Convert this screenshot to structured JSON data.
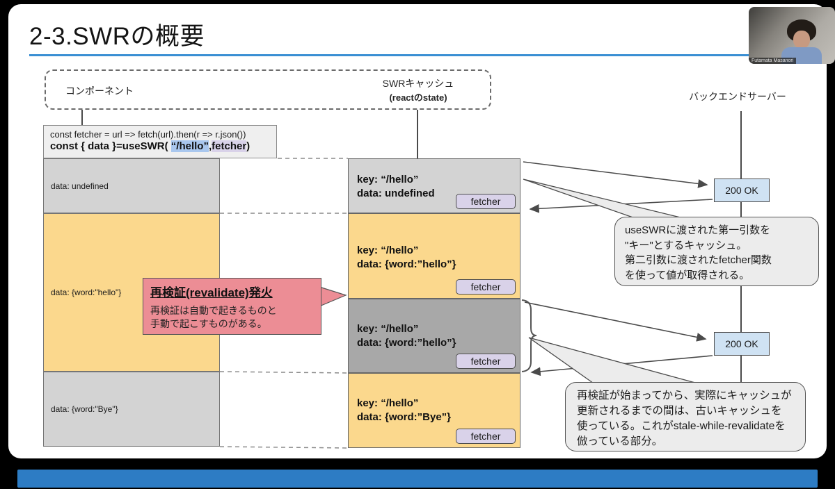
{
  "slide": {
    "title": "2-3.SWRの概要"
  },
  "webcam": {
    "name": "Futamata Masanori"
  },
  "lanes": {
    "component": "コンポーネント",
    "swr_cache_line1": "SWRキャッシュ",
    "swr_cache_line2": "(reactのstate)",
    "backend": "バックエンドサーバー"
  },
  "code": {
    "line1": "const fetcher = url => fetch(url).then(r => r.json())",
    "line2_prefix": "const { data }=useSWR( ",
    "line2_key": "“/hello”",
    "line2_comma": ",",
    "line2_fetcher": "fetcher",
    "line2_suffix": ")"
  },
  "component_states": [
    {
      "label": "data: undefined"
    },
    {
      "label": "data: {word:\"hello\"}"
    },
    {
      "label": "data: {word:\"Bye\"}"
    }
  ],
  "cache_states": [
    {
      "key_label": "key: “/hello”",
      "data_label": "data: undefined",
      "button": "fetcher"
    },
    {
      "key_label": "key: “/hello”",
      "data_label": "data: {word:”hello”}",
      "button": "fetcher"
    },
    {
      "key_label": "key: “/hello”",
      "data_label": "data: {word:”hello”}",
      "button": "fetcher"
    },
    {
      "key_label": "key: “/hello”",
      "data_label": "data: {word:”Bye”}",
      "button": "fetcher"
    }
  ],
  "responses": [
    {
      "label": "200 OK"
    },
    {
      "label": "200 OK"
    }
  ],
  "revalidate_callout": {
    "title": "再検証(revalidate)発火",
    "body_line1": "再検証は自動で起きるものと",
    "body_line2": "手動で起こすものがある。"
  },
  "note_key": {
    "lines": [
      "useSWRに渡された第一引数を",
      "\"キー\"とするキャッシュ。",
      "第二引数に渡されたfetcher関数",
      "を使って値が取得される。"
    ]
  },
  "note_swr": {
    "lines": [
      "再検証が始まってから、実際にキャッシュが",
      "更新されるまでの間は、古いキャッシュを",
      "使っている。これがstale-while-revalidateを",
      "倣っている部分。"
    ]
  },
  "colors": {
    "accent_blue": "#3a8fd3",
    "state_gray": "#d3d3d3",
    "state_yellow": "#fbd88d",
    "stale_dark_gray": "#a8a8a8",
    "response_blue": "#cfe2f3",
    "fetcher_lavender": "#d9d2e9",
    "callout_red": "#ec8d95",
    "note_gray": "#ececec",
    "bottom_bar_blue": "#2d7cc4"
  }
}
